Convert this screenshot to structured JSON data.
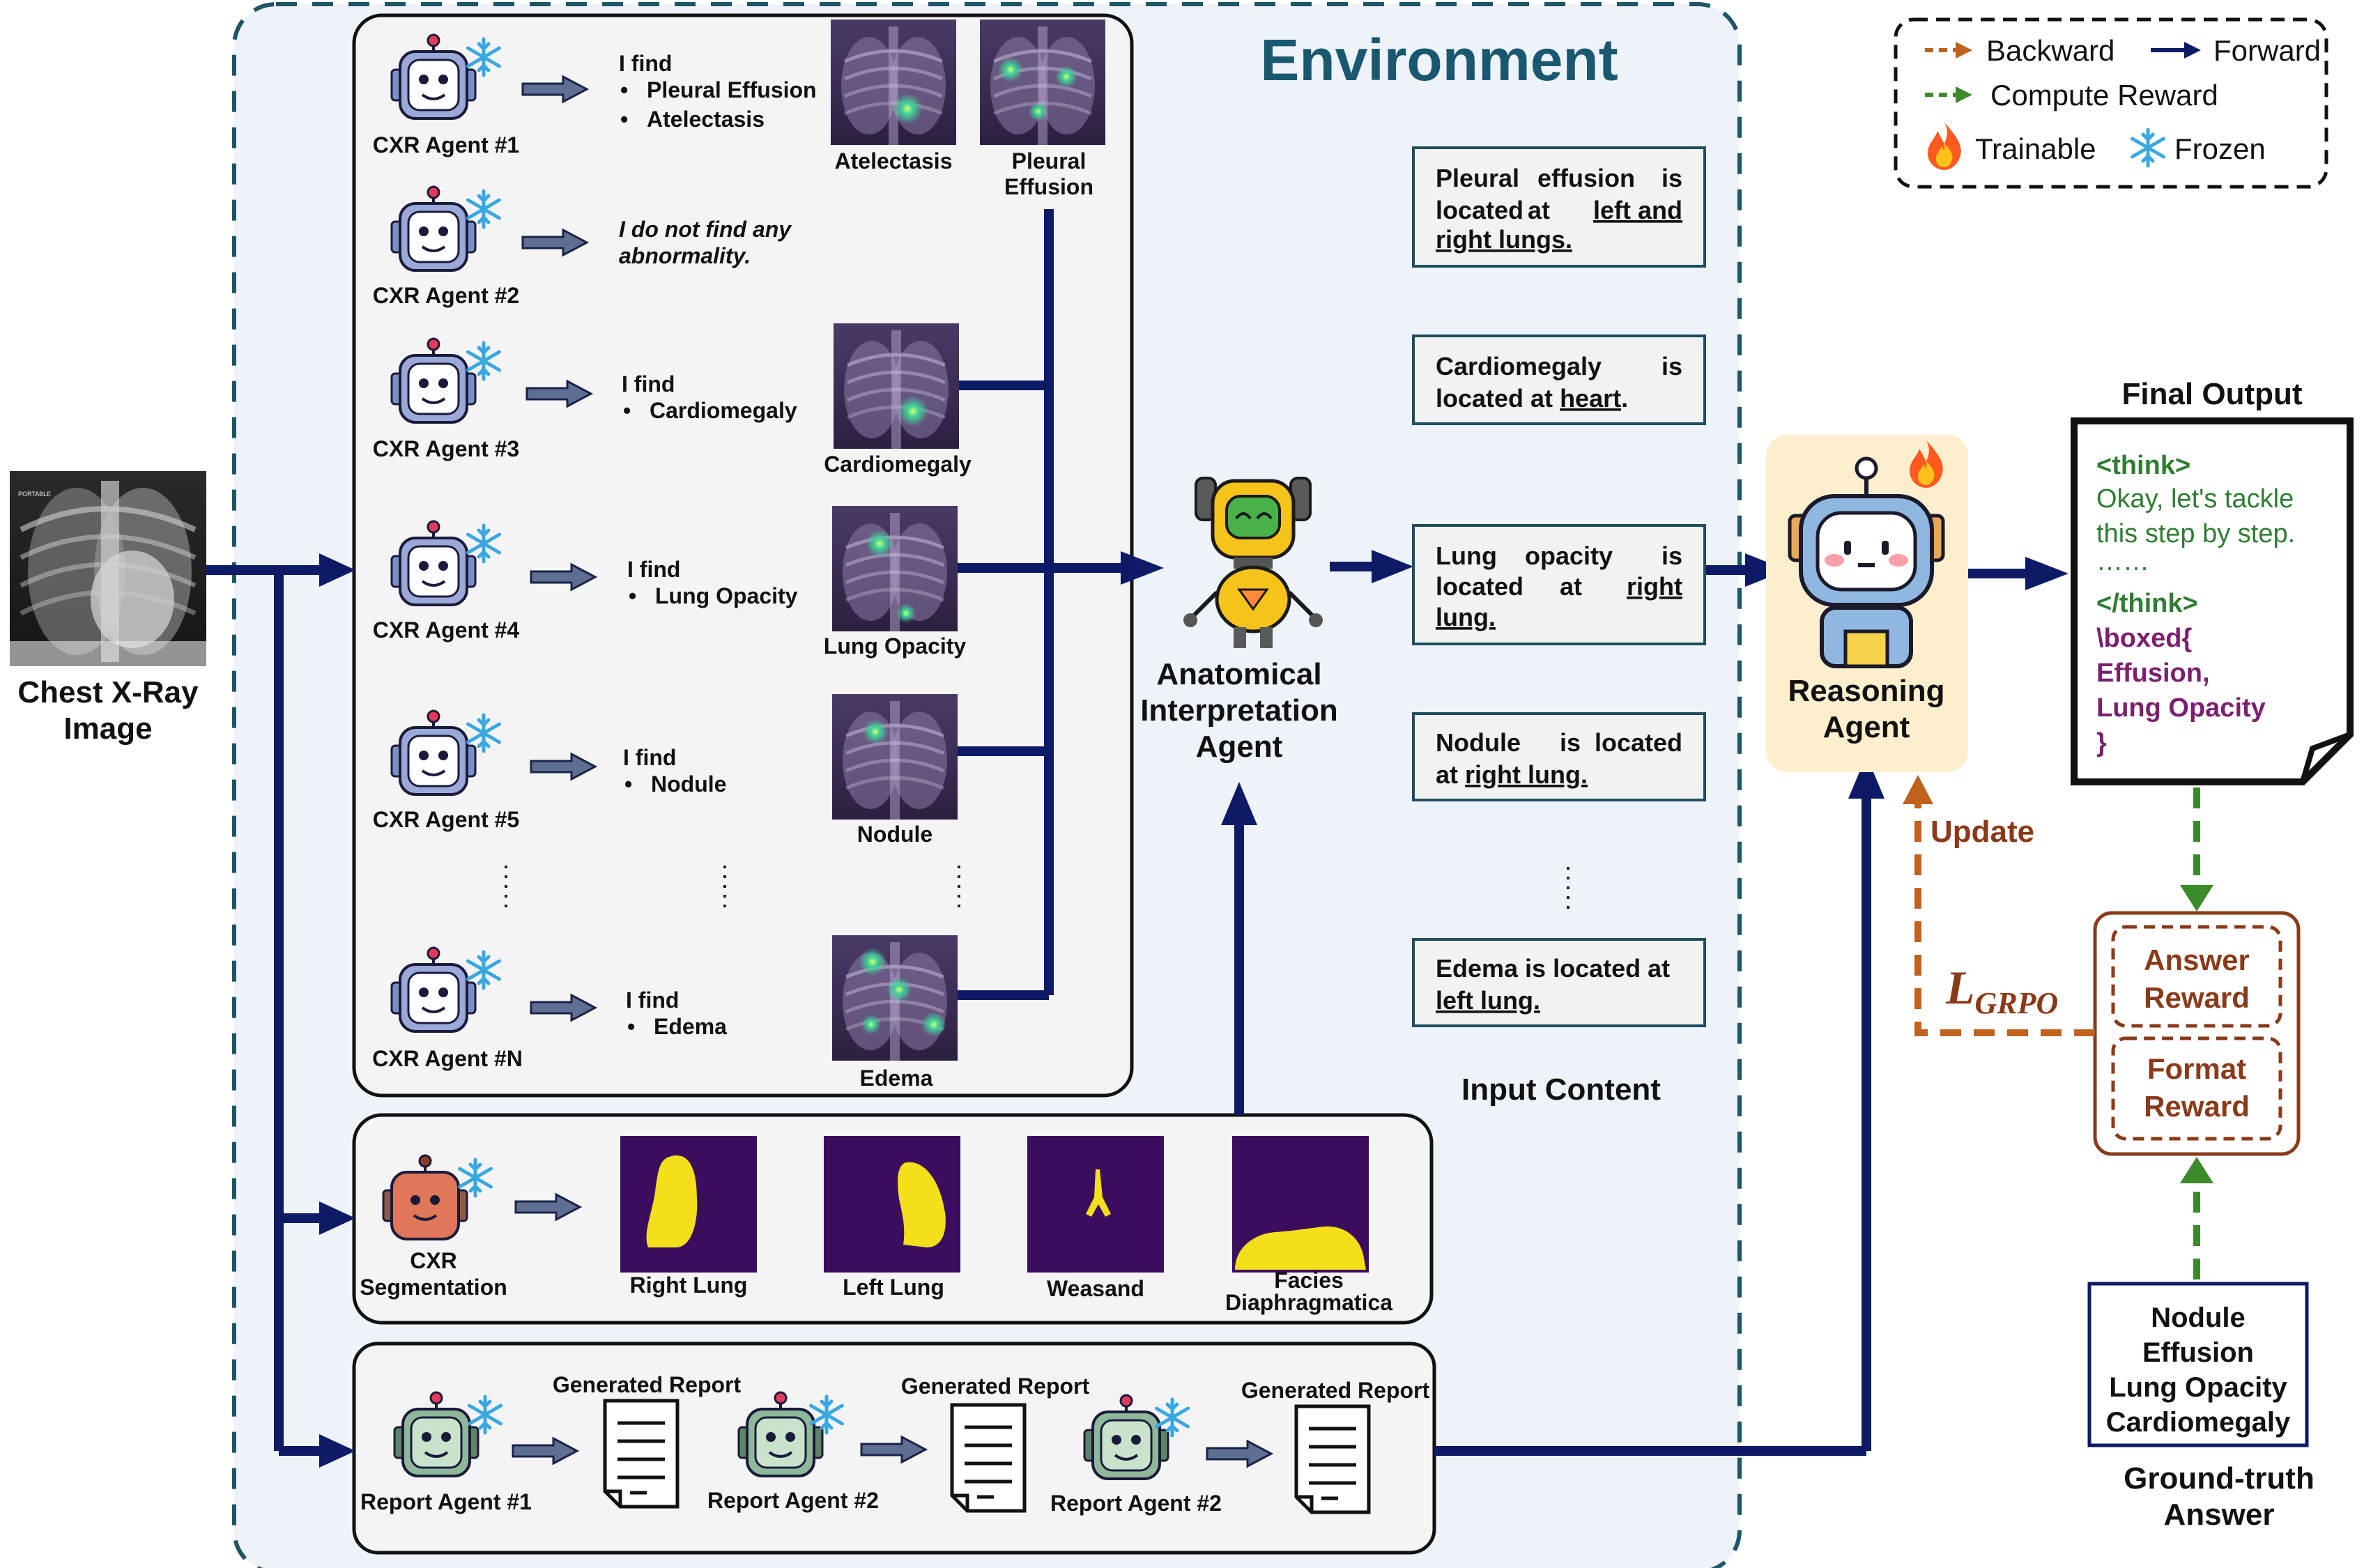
{
  "title": "Environment",
  "legend": {
    "backward": "Backward",
    "forward": "Forward",
    "compute_reward": "Compute Reward",
    "trainable": "Trainable",
    "frozen": "Frozen",
    "colors": {
      "backward": "#c0611e",
      "forward": "#0d1b66",
      "compute_reward": "#3d8a2a"
    }
  },
  "input": {
    "image_label_1": "Chest X-Ray",
    "image_label_2": "Image",
    "overlay_tag": "PORTABLE"
  },
  "cxr_agents": [
    {
      "name": "CXR Agent #1",
      "find": "I find",
      "items": [
        "Pleural Effusion",
        "Atelectasis"
      ]
    },
    {
      "name": "CXR Agent #2",
      "no_find_1": "I do not find any",
      "no_find_2": "abnormality."
    },
    {
      "name": "CXR Agent #3",
      "find": "I find",
      "items": [
        "Cardiomegaly"
      ]
    },
    {
      "name": "CXR Agent #4",
      "find": "I find",
      "items": [
        "Lung Opacity"
      ]
    },
    {
      "name": "CXR Agent #5",
      "find": "I find",
      "items": [
        "Nodule"
      ]
    },
    {
      "name": "CXR Agent #N",
      "find": "I find",
      "items": [
        "Edema"
      ]
    }
  ],
  "heatmaps": {
    "atelectasis": "Atelectasis",
    "pleural_1": "Pleural",
    "pleural_2": "Effusion",
    "cardiomegaly": "Cardiomegaly",
    "lung_opacity": "Lung Opacity",
    "nodule": "Nodule",
    "edema": "Edema"
  },
  "segmentation": {
    "agent_1": "CXR",
    "agent_2": "Segmentation",
    "masks": [
      "Right Lung",
      "Left Lung",
      "Weasand"
    ],
    "facies_1": "Facies",
    "facies_2": "Diaphragmatica"
  },
  "report": {
    "generated": "Generated Report",
    "agents": [
      "Report Agent #1",
      "Report Agent #2",
      "Report Agent #2"
    ]
  },
  "anatomical_agent": {
    "line1": "Anatomical",
    "line2": "Interpretation",
    "line3": "Agent"
  },
  "input_content": {
    "heading": "Input Content",
    "boxes": [
      {
        "l1a": "Pleural",
        "l1b": "effusion",
        "l1c": "is",
        "l2a": "located",
        "l2b": "at",
        "l2u": "left and",
        "l3u": "right lungs."
      },
      {
        "l1a": "Cardiomegaly",
        "l1c": "is",
        "l2a": "located at ",
        "l2u": "heart",
        "l2end": "."
      },
      {
        "l1a": "Lung",
        "l1b": "opacity",
        "l1c": "is",
        "l2a": "located",
        "l2b": "at",
        "l2u": "right",
        "l3u": "lung."
      },
      {
        "l1a": "Nodule",
        "l1b": "is",
        "l1c": "located",
        "l2a": "at ",
        "l2u": "right lung."
      },
      {
        "l1a": "Edema is located at",
        "l2u": "left lung."
      }
    ]
  },
  "reasoning_agent": {
    "line1": "Reasoning",
    "line2": "Agent"
  },
  "final_output": {
    "title": "Final Output",
    "think_open": "<think>",
    "line1": "Okay, let's tackle",
    "line2": "this step by step.",
    "dots": "……",
    "think_close": "</think>",
    "boxed": "\\boxed{",
    "ans1": "Effusion,",
    "ans2": "Lung Opacity",
    "close": "}"
  },
  "training": {
    "update": "Update",
    "loss_main": "L",
    "loss_sub": "GRPO",
    "answer_1": "Answer",
    "answer_2": "Reward",
    "format_1": "Format",
    "format_2": "Reward"
  },
  "ground_truth": {
    "items": [
      "Nodule",
      "Effusion",
      "Lung Opacity",
      "Cardiomegaly"
    ],
    "label_1": "Ground-truth",
    "label_2": "Answer"
  }
}
